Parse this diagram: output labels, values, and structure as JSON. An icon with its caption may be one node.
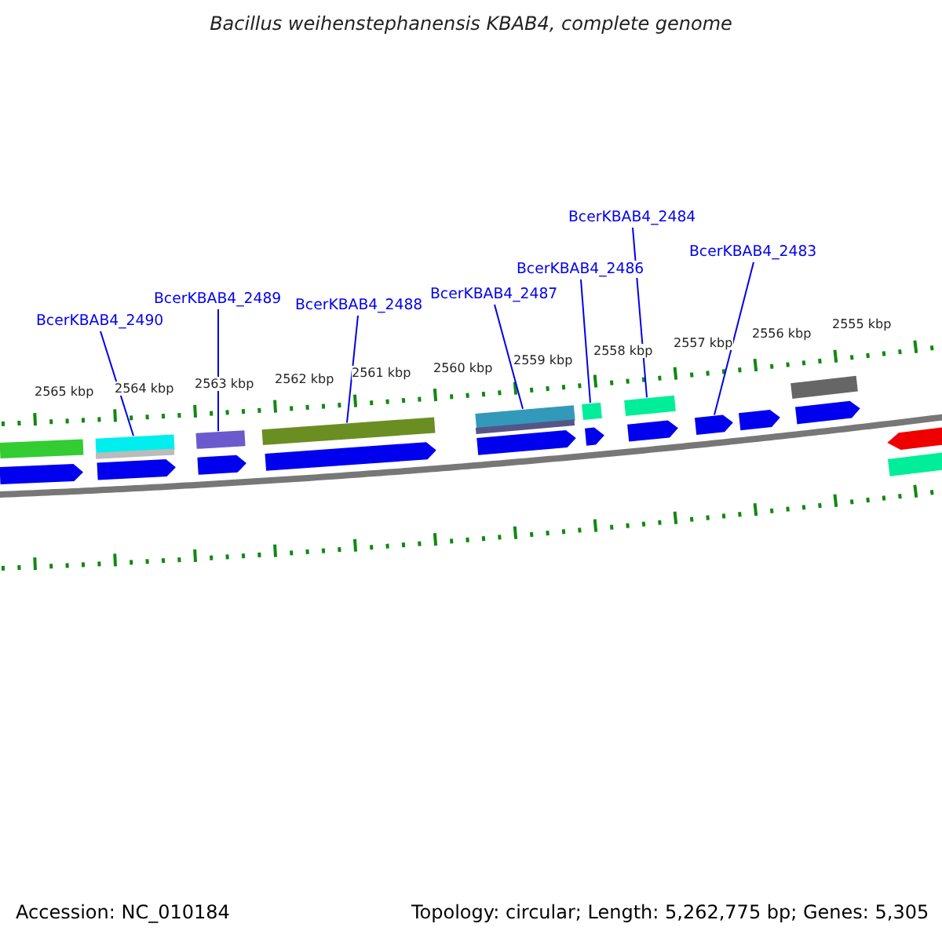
{
  "diagram": {
    "title": "Bacillus weihenstephanensis KBAB4, complete genome",
    "nodes": [
      {
        "text": [
          "BcerKBAB4_2490"
        ]
      },
      {
        "text": [
          "BcerKBAB4_2489"
        ]
      },
      {
        "text": [
          "BcerKBAB4_2488"
        ]
      },
      {
        "text": [
          "BcerKBAB4_2487"
        ]
      },
      {
        "text": [
          "BcerKBAB4_2486"
        ]
      },
      {
        "text": [
          "BcerKBAB4_2484"
        ]
      },
      {
        "text": [
          "BcerKBAB4_2483"
        ]
      },
      {
        "text": [],
        "shape": "bar"
      },
      {
        "text": [],
        "shape": "pentagon"
      },
      {
        "text": [],
        "shape": "bar"
      },
      {
        "text": [],
        "shape": "pentagon"
      },
      {
        "text": [],
        "shape": "bar"
      },
      {
        "text": [],
        "shape": "pentagon"
      },
      {
        "text": [],
        "shape": "bar"
      },
      {
        "text": [],
        "shape": "pentagon"
      },
      {
        "text": [],
        "shape": "bar"
      },
      {
        "text": [],
        "shape": "pentagon"
      },
      {
        "text": [],
        "shape": "bar"
      },
      {
        "text": [],
        "shape": "pentagon"
      },
      {
        "text": [],
        "shape": "bar"
      },
      {
        "text": [],
        "shape": "pentagon"
      },
      {
        "text": [],
        "shape": "pentagon"
      },
      {
        "text": [],
        "shape": "pentagon"
      },
      {
        "text": [],
        "shape": "bar"
      },
      {
        "text": [],
        "shape": "pentagon"
      },
      {
        "text": [],
        "shape": "pentagon"
      },
      {
        "text": [],
        "shape": "bar"
      }
    ],
    "edges": [
      {
        "from": 0,
        "to": 9,
        "arrow": "none"
      },
      {
        "from": 1,
        "to": 11,
        "arrow": "none"
      },
      {
        "from": 2,
        "to": 13,
        "arrow": "none"
      },
      {
        "from": 3,
        "to": 15,
        "arrow": "none"
      },
      {
        "from": 4,
        "to": 17,
        "arrow": "none"
      },
      {
        "from": 5,
        "to": 19,
        "arrow": "none"
      },
      {
        "from": 6,
        "to": 21,
        "arrow": "none"
      }
    ],
    "labels": [
      "2565 kbp",
      "2564 kbp",
      "2563 kbp",
      "2562 kbp",
      "2561 kbp",
      "2560 kbp",
      "2559 kbp",
      "2558 kbp",
      "2557 kbp",
      "2556 kbp",
      "2555 kbp",
      "Accession: NC_010184",
      "Topology: circular; Length: 5,262,775 bp; Genes: 5,305"
    ]
  }
}
